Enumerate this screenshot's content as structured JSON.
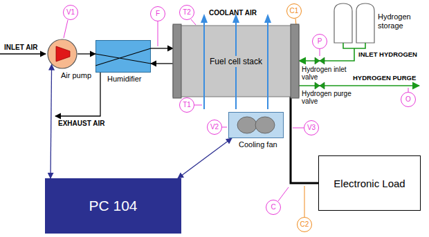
{
  "diagram": {
    "nodes": [
      {
        "text": [
          "Air pump"
        ]
      },
      {
        "text": [
          "Humidifier"
        ]
      },
      {
        "text": [
          "Fuel cell stack"
        ]
      },
      {
        "text": [
          "Hydrogen storage"
        ]
      },
      {
        "text": [
          "Cooling fan"
        ]
      },
      {
        "text": [
          "PC 104"
        ]
      },
      {
        "text": [
          "Electronic Load"
        ]
      }
    ],
    "edges": [
      {
        "from": 0,
        "to": 1,
        "arrow": "to"
      },
      {
        "from": 1,
        "to": 2,
        "arrow": "to"
      },
      {
        "from": 2,
        "to": 1,
        "arrow": "to"
      },
      {
        "from": 3,
        "to": 2,
        "arrow": "to"
      },
      {
        "from": 2,
        "to": 6,
        "arrow": "none"
      },
      {
        "from": 0,
        "to": 5,
        "arrow": "both"
      },
      {
        "from": 5,
        "to": 4,
        "arrow": "both"
      }
    ],
    "labels": [
      "INLET AIR",
      "EXHAUST AIR",
      "COOLANT AIR",
      "INLET HYDROGEN",
      "Hydrogen inlet valve",
      "HYDROGEN PURGE",
      "Hydrogen purge valve",
      "V1",
      "F",
      "T2",
      "C1",
      "P",
      "O",
      "T1",
      "V2",
      "V3",
      "C",
      "C2"
    ]
  }
}
